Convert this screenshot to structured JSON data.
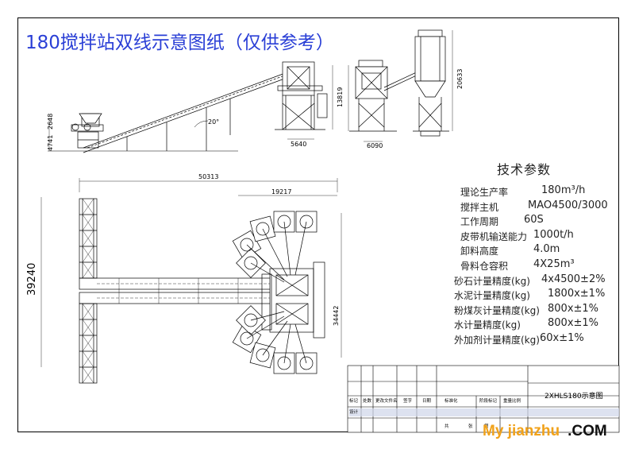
{
  "title": "180搅拌站双线示意图纸（仅供参考）",
  "dimensions": {
    "d4741": "4741",
    "d2648": "2648",
    "d20deg": "20°",
    "d5640": "5640",
    "d13819": "13819",
    "d6090": "6090",
    "d20633": "20633",
    "d50313": "50313",
    "d19217": "19217",
    "d39240": "39240",
    "d34442": "34442"
  },
  "specs": {
    "heading": "技术参数",
    "rows": [
      {
        "label": "理论生产率",
        "value": "180m³/h"
      },
      {
        "label": "搅拌主机",
        "value": "MAO4500/3000"
      },
      {
        "label": "工作周期",
        "value": "60S"
      },
      {
        "label": "皮带机输送能力",
        "value": "1000t/h"
      },
      {
        "label": "卸料高度",
        "value": "4.0m"
      },
      {
        "label": "骨料仓容积",
        "value": "4X25m³"
      },
      {
        "label": "砂石计量精度(kg)",
        "value": "4x4500±2%"
      },
      {
        "label": "水泥计量精度(kg)",
        "value": "1800x±1%"
      },
      {
        "label": "粉煤灰计量精度(kg)",
        "value": "800x±1%"
      },
      {
        "label": "水计量精度(kg)",
        "value": "800x±1%"
      },
      {
        "label": "外加剂计量精度(kg)",
        "value": "60x±1%"
      }
    ]
  },
  "title_block": {
    "drawing_name": "2XHLS180示意图",
    "labels": {
      "c1": "标记",
      "c2": "处数",
      "c3": "更改文件名",
      "c4": "签字",
      "c5": "日期",
      "r1": "设计",
      "r2": "标准化",
      "r3": "阶段标记",
      "r4": "重量",
      "r5": "比例",
      "r6": "共",
      "r7": "张",
      "r8": "第"
    }
  },
  "watermark": {
    "part1": "My jianzhu",
    "part2": ".COM"
  }
}
